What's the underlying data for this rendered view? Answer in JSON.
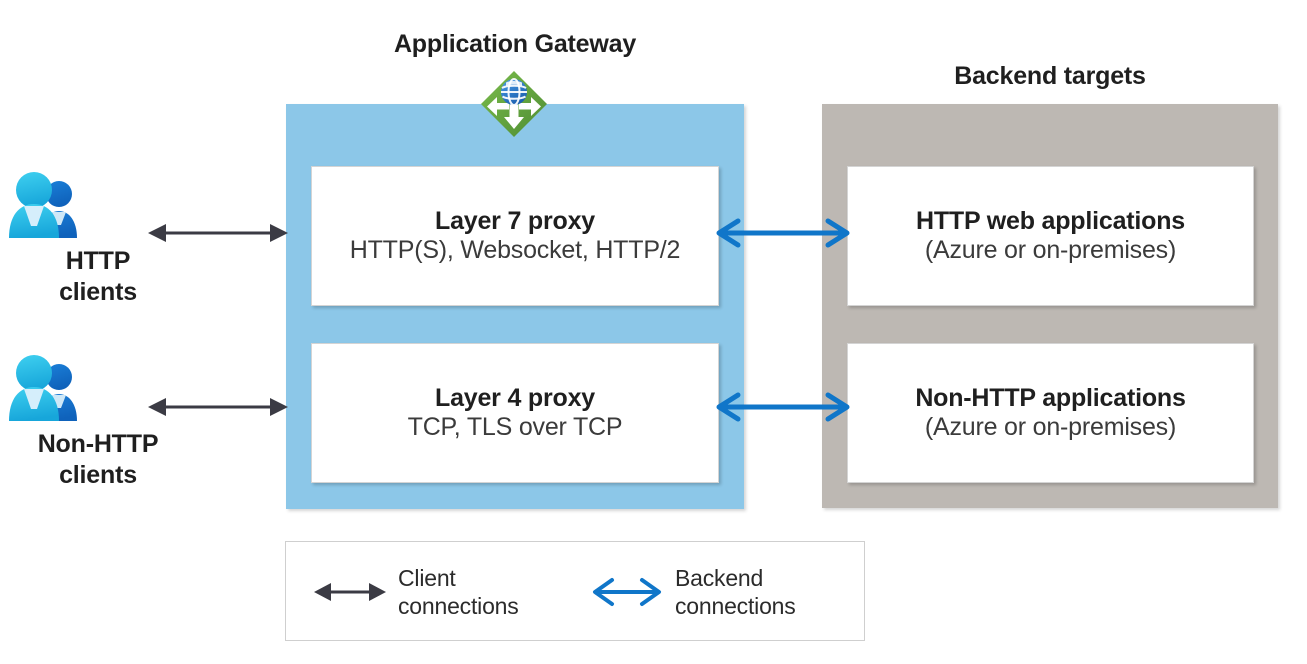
{
  "diagram": {
    "title_left": "Application Gateway",
    "title_right": "Backend targets"
  },
  "clients": [
    {
      "icon": "users-icon",
      "label_line1": "HTTP",
      "label_line2": "clients"
    },
    {
      "icon": "users-icon",
      "label_line1": "Non-HTTP",
      "label_line2": "clients"
    }
  ],
  "gateway": {
    "icon": "azure-application-gateway-icon",
    "cards": [
      {
        "title": "Layer 7 proxy",
        "subtitle": "HTTP(S), Websocket, HTTP/2"
      },
      {
        "title": "Layer 4 proxy",
        "subtitle": "TCP, TLS over TCP"
      }
    ]
  },
  "backend": {
    "cards": [
      {
        "title": "HTTP web applications",
        "subtitle": "(Azure or on-premises)"
      },
      {
        "title": "Non-HTTP applications",
        "subtitle": "(Azure or on-premises)"
      }
    ]
  },
  "legend": {
    "items": [
      {
        "glyph": "double-arrow-black-icon",
        "line1": "Client",
        "line2": "connections"
      },
      {
        "glyph": "double-arrow-blue-icon",
        "line1": "Backend",
        "line2": "connections"
      }
    ]
  },
  "colors": {
    "gateway_fill": "#8cc7e8",
    "backend_fill": "#bdb8b3",
    "client_arrow": "#3b3b44",
    "backend_arrow": "#1076c9",
    "icon_green": "#5e9e3e",
    "icon_globe_blue": "#2b7cd3",
    "person_front": "#2cc2e8",
    "person_back": "#1570c8",
    "text": "#1f1f1f"
  }
}
